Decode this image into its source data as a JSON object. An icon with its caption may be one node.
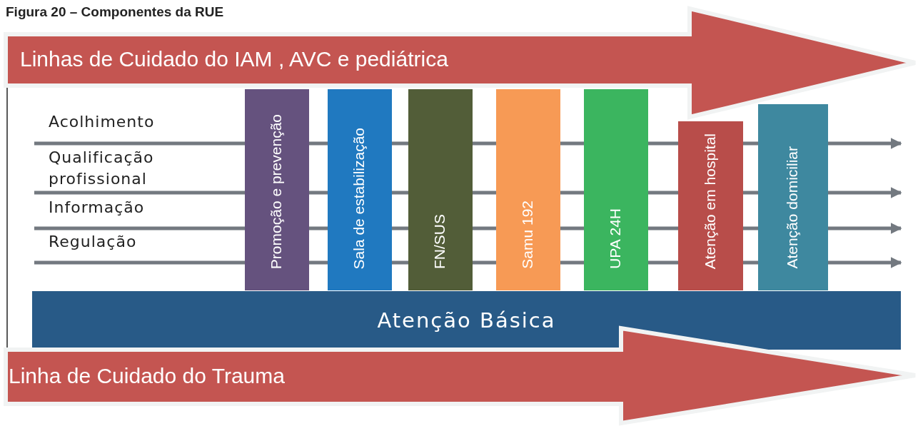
{
  "diagram": {
    "title": "Figura 20 – Componentes da RUE",
    "nodes": [
      {
        "text": [
          "Linhas de Cuidado do IAM , AVC e pediátrica"
        ]
      },
      {
        "text": [
          "Promoção e prevenção"
        ]
      },
      {
        "text": [
          "Sala de estabilização"
        ]
      },
      {
        "text": [
          "FN/SUS"
        ]
      },
      {
        "text": [
          "Samu 192"
        ]
      },
      {
        "text": [
          "UPA 24H"
        ]
      },
      {
        "text": [
          "Atenção em hospital"
        ]
      },
      {
        "text": [
          "Atenção domiciliar"
        ]
      },
      {
        "text": [
          "Atenção Básica"
        ]
      },
      {
        "text": [
          "Linha de Cuidado do Trauma"
        ]
      }
    ],
    "labels": [
      "Acolhimento",
      "Qualificação profissional",
      "Informação",
      "Regulação"
    ]
  }
}
